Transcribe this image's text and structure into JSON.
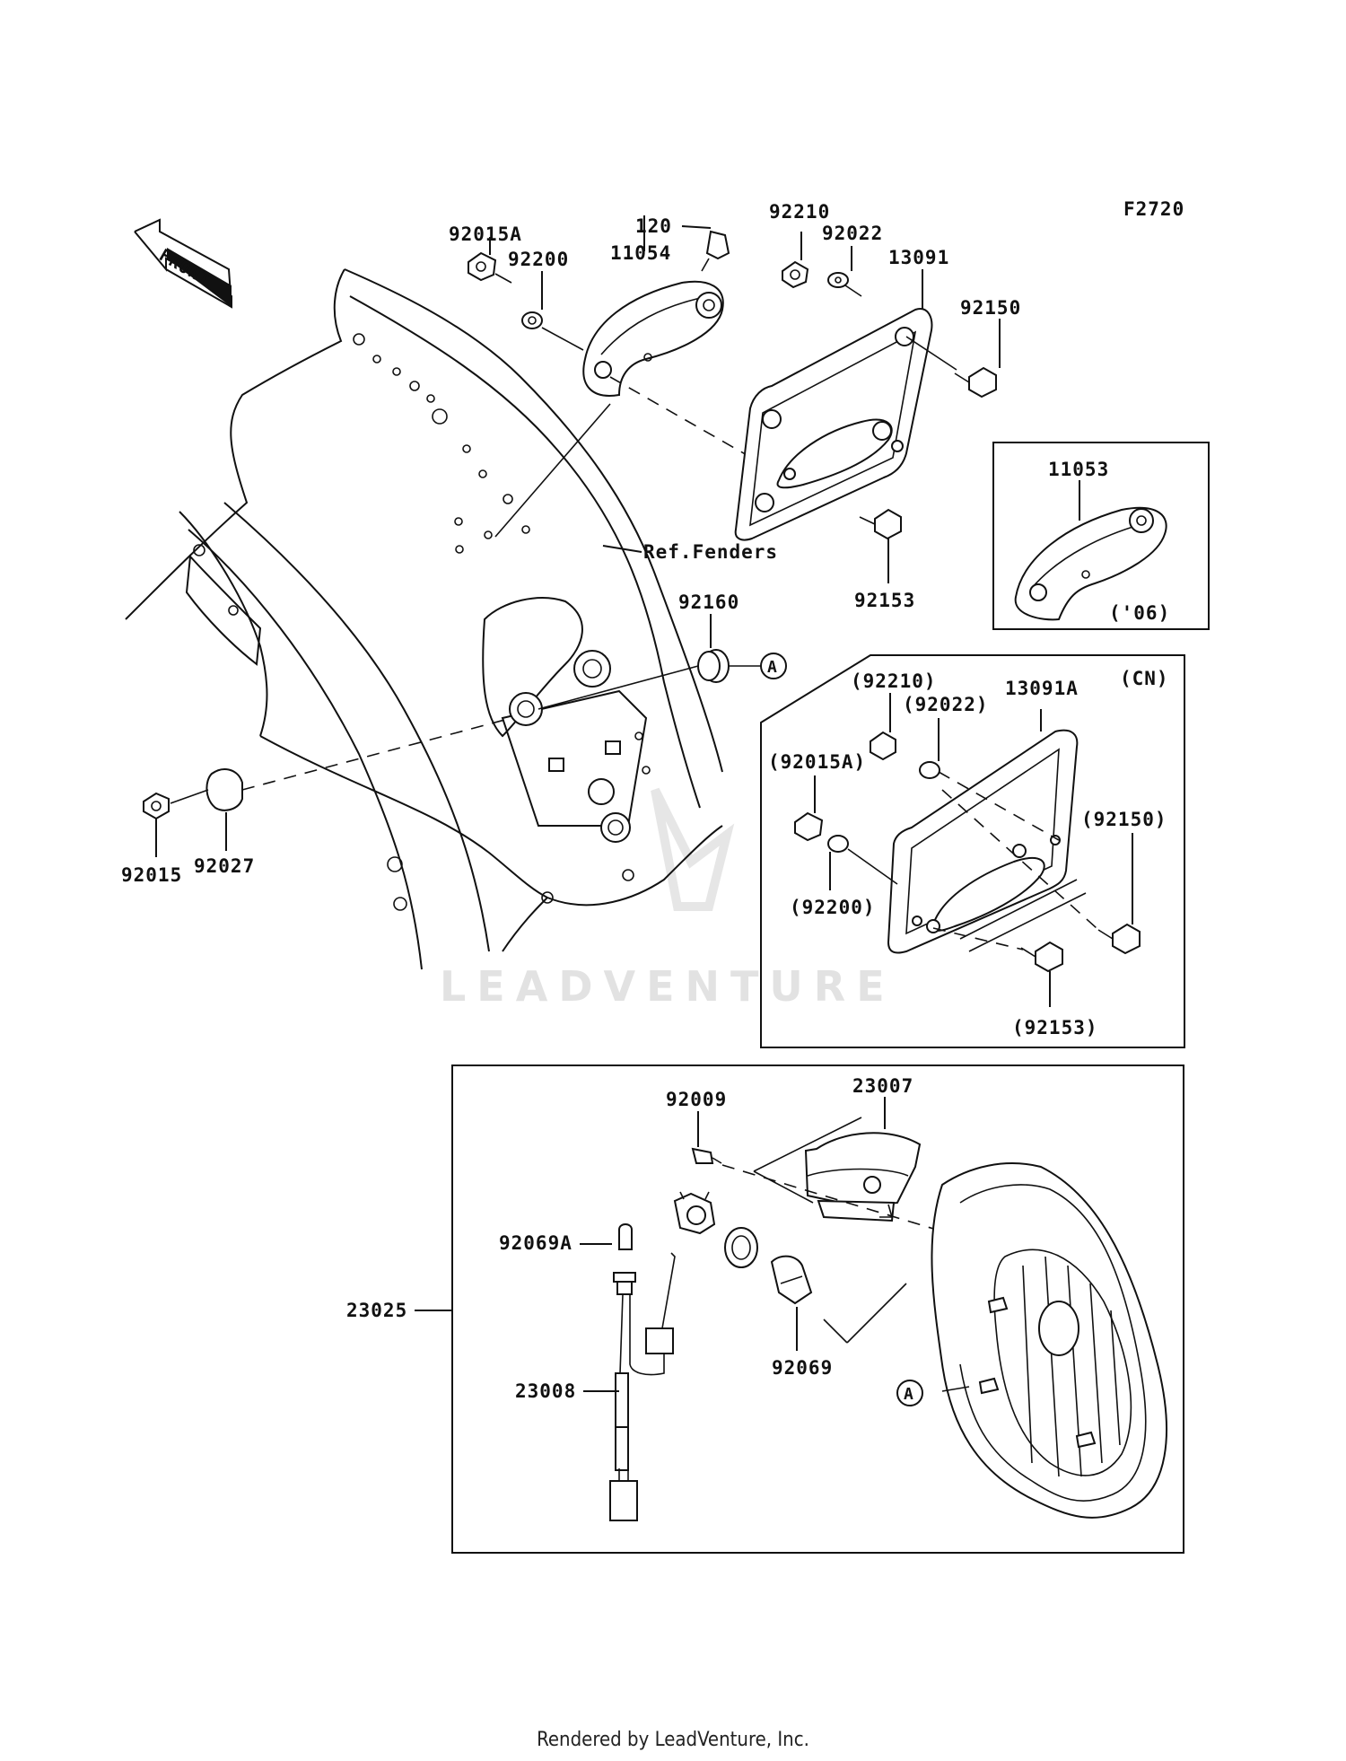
{
  "figure_code": "F2720",
  "front_arrow": "FRONT",
  "ref_fenders": "Ref.Fenders",
  "inset_year": "('06)",
  "cn_tag": "(CN)",
  "callout_a": "A",
  "watermark": "LEADVENTURE",
  "footer": "Rendered by LeadVenture, Inc.",
  "parts": {
    "p92015A": "92015A",
    "p92200": "92200",
    "p11054": "11054",
    "p120": "120",
    "p92210": "92210",
    "p92022": "92022",
    "p13091": "13091",
    "p92150": "92150",
    "p11053": "11053",
    "p92153": "92153",
    "p92160": "92160",
    "p92015": "92015",
    "p92027": "92027",
    "p13091A": "13091A",
    "cn92210": "(92210)",
    "cn92022": "(92022)",
    "cn92015A": "(92015A)",
    "cn92150": "(92150)",
    "cn92200": "(92200)",
    "cn92153": "(92153)",
    "p23007": "23007",
    "p92009": "92009",
    "p92069A": "92069A",
    "p23025": "23025",
    "p23008": "23008",
    "p92069": "92069"
  }
}
